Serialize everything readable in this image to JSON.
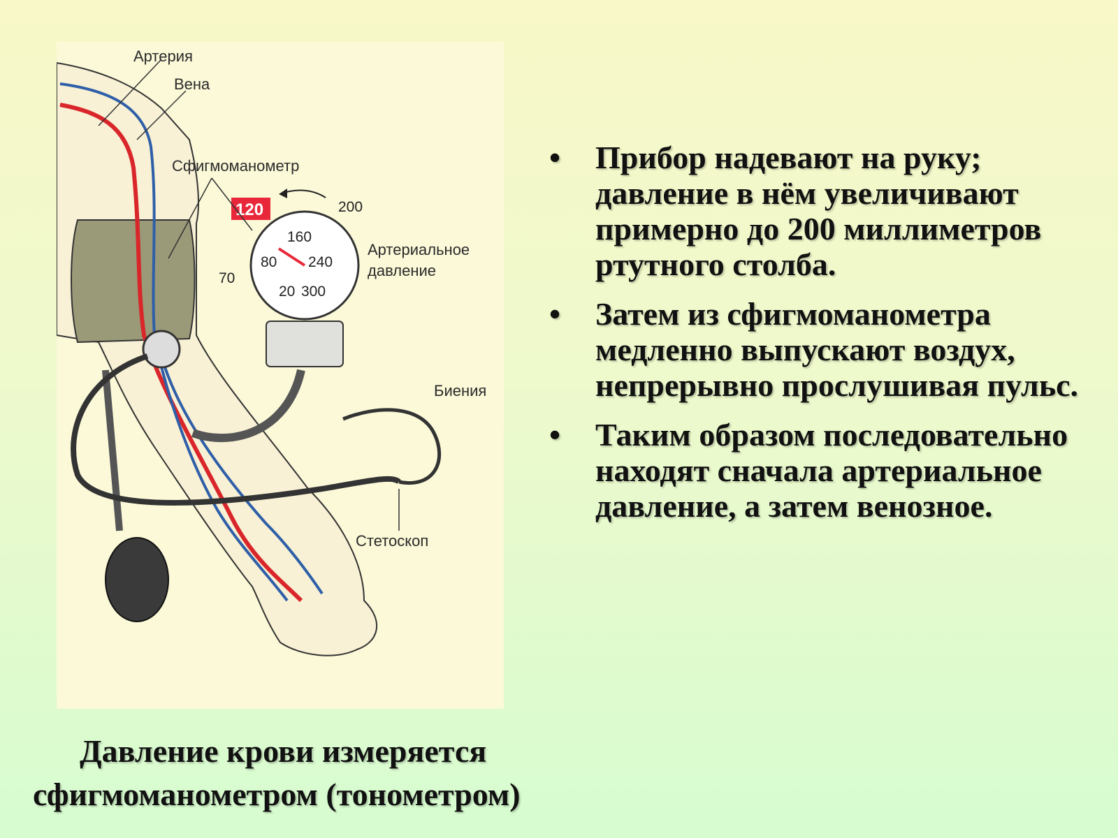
{
  "diagram": {
    "labels": {
      "artery": "Артерия",
      "vein": "Вена",
      "sphygmomanometer": "Сфигмоманометр",
      "pressure_line1": "Артериальное",
      "pressure_line2": "давление",
      "beats": "Биения",
      "stethoscope": "Стетоскоп"
    },
    "gauge": {
      "reading": "120",
      "outer_left": "70",
      "outer_top": "200",
      "scale": [
        "160",
        "80",
        "240",
        "20",
        "300"
      ]
    },
    "colors": {
      "artery": "#d9262b",
      "vein": "#2f5fa8",
      "cuff": "#9a9978",
      "reading_badge": "#e8283a",
      "skin": "#f8f1d5"
    }
  },
  "bullets": [
    {
      "marker": "•",
      "text": "Прибор надевают на руку; давление в нём увеличивают примерно до 200 миллиметров ртутного столба."
    },
    {
      "marker": "•",
      "text": "Затем из сфигмоманометра медленно выпускают воздух, непрерывно прослушивая пульс."
    },
    {
      "marker": "•",
      "text": "Таким образом последовательно находят сначала артериальное давление, а затем венозное."
    }
  ],
  "caption": {
    "line1": "Давление крови измеряется",
    "line2": "сфигмоманометром (тонометром)"
  }
}
